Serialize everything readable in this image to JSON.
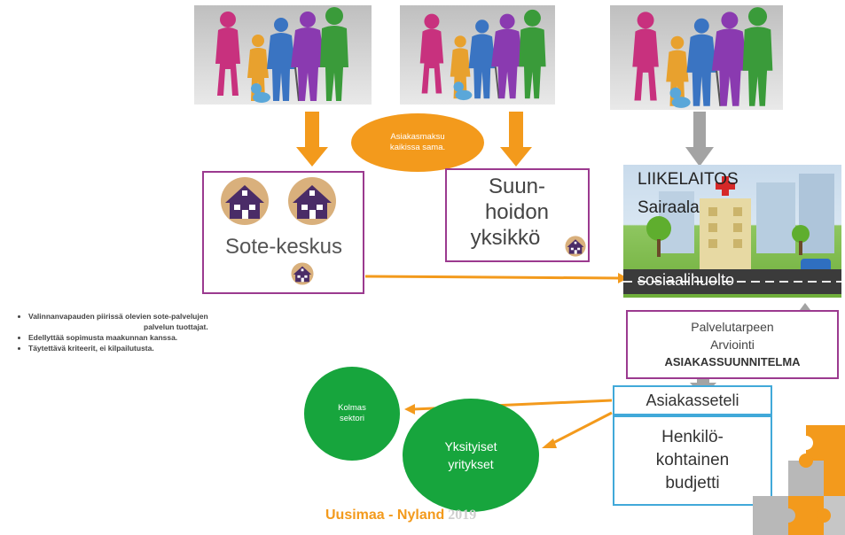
{
  "ellipse_note": {
    "line1": "Asiakasmaksu",
    "line2": "kaikissa sama."
  },
  "sote": {
    "label": "Sote-keskus"
  },
  "suun": {
    "line1": "Suun-",
    "line2": "hoidon",
    "line3": "yksikkö"
  },
  "liikelaitos": {
    "title": "LIIKELAITOS",
    "subtitle": "Sairaala",
    "road_label": "sosiaalihuolto"
  },
  "palvelutarve": {
    "line1": "Palvelutarpeen",
    "line2": "Arviointi",
    "line3": "ASIAKASSUUNNITELMA"
  },
  "bullets": {
    "item1_line1": "Valinnanvapauden piirissä olevien sote-palvelujen",
    "item1_line2": "palvelun tuottajat.",
    "item2": "Edellyttää sopimusta  maakunnan kanssa.",
    "item3": "Täytettävä kriteerit, ei kilpailutusta."
  },
  "asiakasseteli": {
    "label": "Asiakasseteli"
  },
  "budjetti": {
    "line1": "Henkilö-",
    "line2": "kohtainen",
    "line3": "budjetti"
  },
  "kolmas": {
    "line1": "Kolmas",
    "line2": "sektori"
  },
  "yksityiset": {
    "line1": "Yksityiset",
    "line2": "yritykset"
  },
  "footer": {
    "part1": "Uusimaa",
    "sep": " - ",
    "part2": "Nyland",
    "year": " 2019"
  },
  "colors": {
    "orange": "#f39a1c",
    "purple_border": "#9b3a8f",
    "blue_border": "#41a9d9",
    "green_circle": "#17a53d",
    "gray_arrow": "#9e9e9e"
  }
}
